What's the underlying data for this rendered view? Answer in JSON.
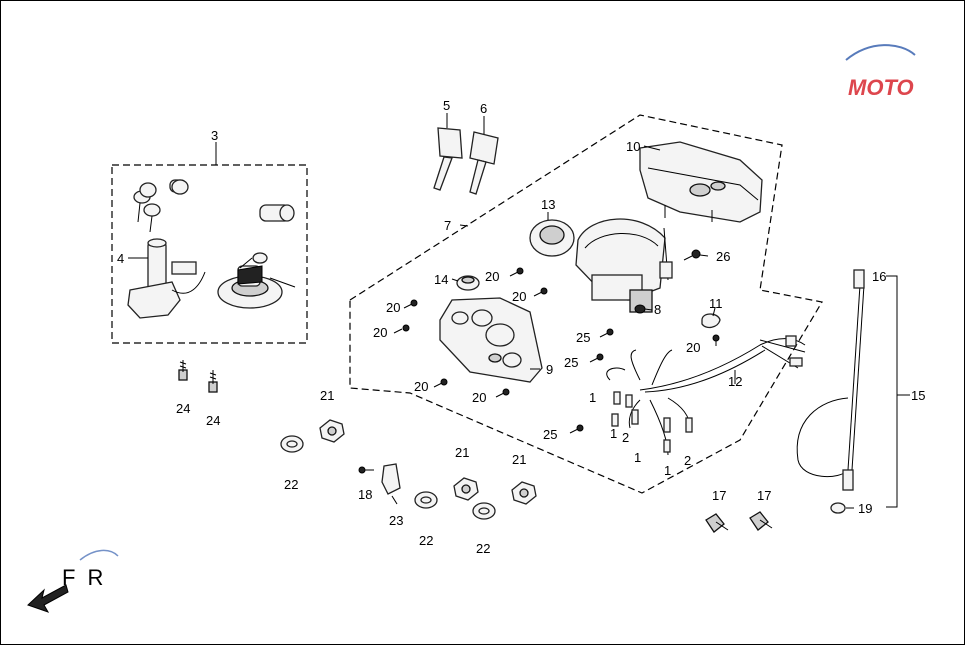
{
  "labels": {
    "l1": "1",
    "l2": "2",
    "l3": "3",
    "l4": "4",
    "l5": "5",
    "l6": "6",
    "l7": "7",
    "l8": "8",
    "l9": "9",
    "l10": "10",
    "l11": "11",
    "l12": "12",
    "l13": "13",
    "l14": "14",
    "l15": "15",
    "l16": "16",
    "l17": "17",
    "l18": "18",
    "l19": "19",
    "l20": "20",
    "l21": "21",
    "l22": "22",
    "l23": "23",
    "l24": "24",
    "l25": "25",
    "l26": "26"
  },
  "direction": {
    "text": "F R"
  },
  "watermark": {
    "text": "MOTO"
  },
  "colors": {
    "watermark_red": "#d8262e",
    "watermark_blue": "#3b64b0",
    "line": "#000000"
  }
}
